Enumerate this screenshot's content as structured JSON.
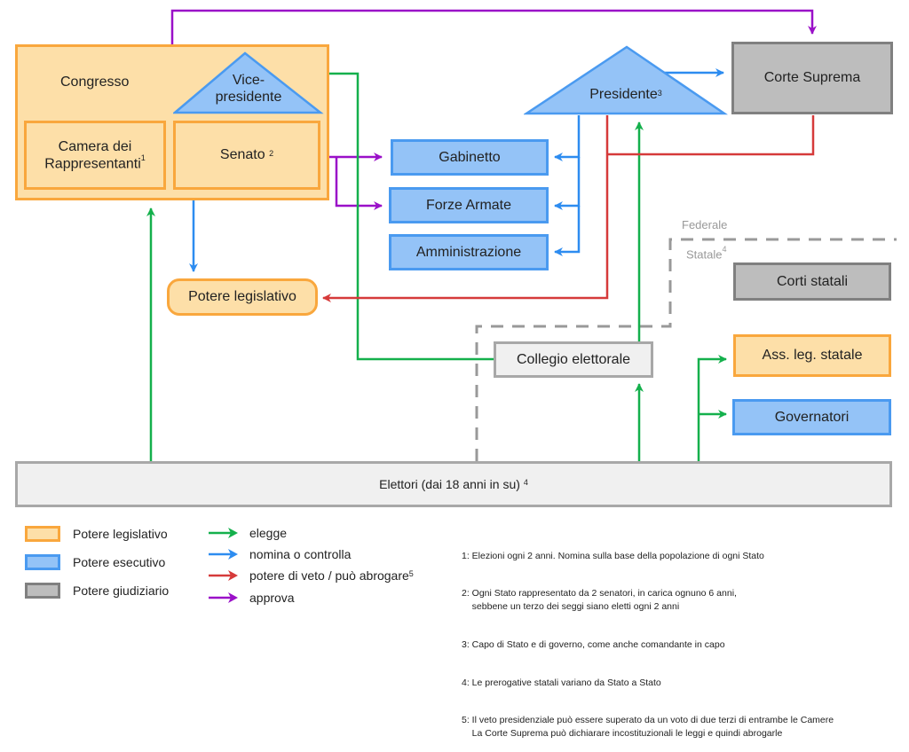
{
  "nodes": {
    "congresso": "Congresso",
    "vicepresidente_line1": "Vice-",
    "vicepresidente_line2": "presidente",
    "camera_line1": "Camera dei",
    "camera_line2": "Rappresentanti",
    "camera_note": "1",
    "senato": "Senato",
    "senato_note": "2",
    "presidente": "Presidente",
    "presidente_note": "3",
    "corte_suprema": "Corte Suprema",
    "gabinetto": "Gabinetto",
    "forze_armate": "Forze Armate",
    "amministrazione": "Amministrazione",
    "potere_legislativo": "Potere legislativo",
    "collegio_elettorale": "Collegio elettorale",
    "corti_statali": "Corti statali",
    "ass_leg_statale": "Ass. leg. statale",
    "governatori": "Governatori",
    "elettori": "Elettori (dai 18 anni in su)",
    "elettori_note": "4"
  },
  "regions": {
    "federale": "Federale",
    "statale": "Statale",
    "statale_note": "4"
  },
  "legend": {
    "branches": [
      {
        "label": "Potere legislativo",
        "color": "#fddfa8",
        "border": "#f9a73d"
      },
      {
        "label": "Potere esecutivo",
        "color": "#94c3f7",
        "border": "#4a9af0"
      },
      {
        "label": "Potere giudiziario",
        "color": "#bdbdbd",
        "border": "#808080"
      }
    ],
    "arrows": [
      {
        "label": "elegge",
        "color": "#14b04c",
        "note": ""
      },
      {
        "label": "nomina o controlla",
        "color": "#2d8cf0",
        "note": ""
      },
      {
        "label": "potere di veto / può abrogare",
        "color": "#d63a3a",
        "note": "5"
      },
      {
        "label": "approva",
        "color": "#9a10c8",
        "note": ""
      }
    ]
  },
  "notes": [
    "1: Elezioni ogni 2 anni. Nomina sulla base della popolazione di ogni Stato",
    "2: Ogni Stato rappresentato da 2 senatori, in carica ognuno 6 anni,\n    sebbene un terzo dei seggi siano eletti ogni 2 anni",
    "3: Capo di Stato e di governo, come anche comandante in capo",
    "4: Le prerogative statali variano da Stato a Stato",
    "5: Il veto presidenziale può essere superato da un voto di due terzi di entrambe le Camere\n    La Corte Suprema può dichiarare incostituzionali le leggi e quindi abrogarle"
  ]
}
